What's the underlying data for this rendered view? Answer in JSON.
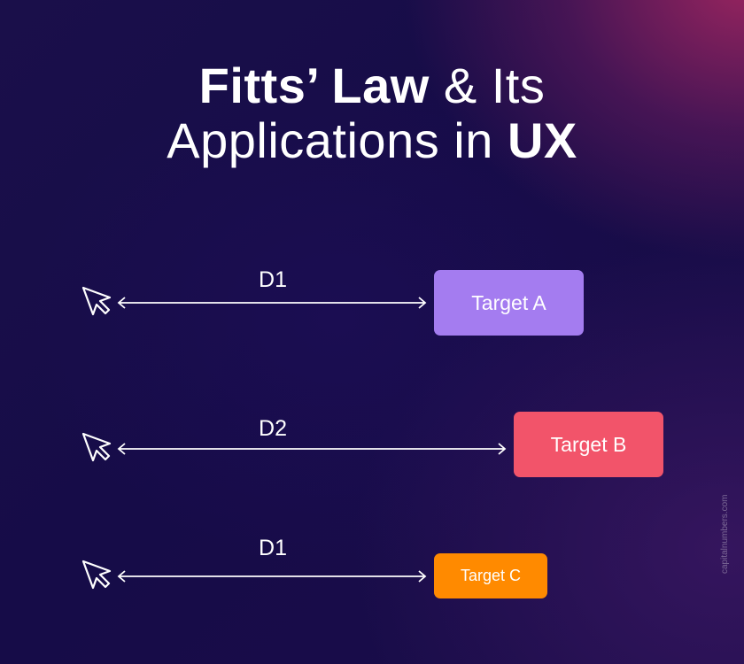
{
  "title": {
    "part1": "Fitts’ Law",
    "part2": " & Its",
    "part3": "Applications in ",
    "part4": "UX"
  },
  "rows": [
    {
      "distance_label": "D1",
      "target_label": "Target A",
      "target_color": "#a47cf0"
    },
    {
      "distance_label": "D2",
      "target_label": "Target B",
      "target_color": "#f2546a"
    },
    {
      "distance_label": "D1",
      "target_label": "Target C",
      "target_color": "#ff8a00"
    }
  ],
  "icons": {
    "cursor": "cursor-arrow-icon",
    "arrow": "double-arrow-icon"
  },
  "watermark": "capitalnumbers.com"
}
